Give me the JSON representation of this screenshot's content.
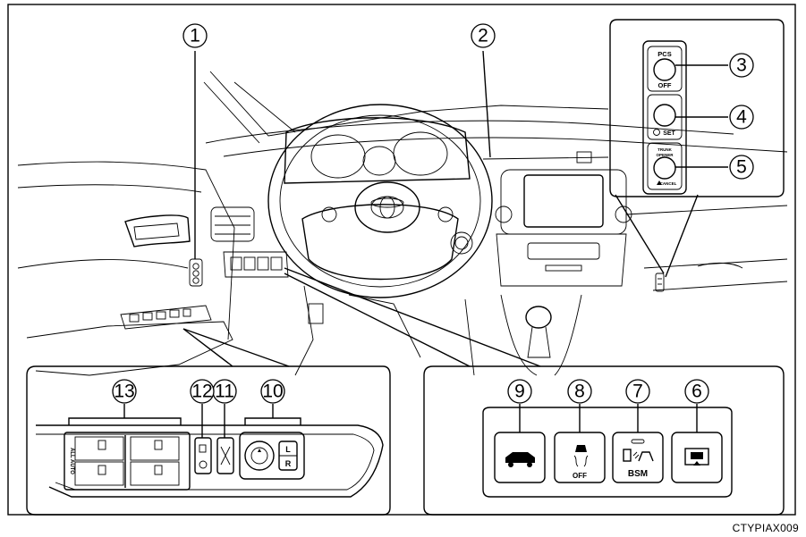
{
  "figure_code": "CTYPIAX009",
  "callouts": [
    "1",
    "2",
    "3",
    "4",
    "5",
    "6",
    "7",
    "8",
    "9",
    "10",
    "11",
    "12",
    "13"
  ],
  "right_switches": {
    "pcs_top": "PCS",
    "pcs_bottom": "OFF",
    "set_label": "SET",
    "trunk_line1": "TRUNK",
    "trunk_line2": "OPENER",
    "trunk_cancel": "CANCEL"
  },
  "lower_panel": {
    "traction_label": "OFF",
    "bsm_label": "BSM"
  },
  "door_panel": {
    "window_label": "ALL AUTO",
    "mirror_left": "L",
    "mirror_right": "R"
  }
}
